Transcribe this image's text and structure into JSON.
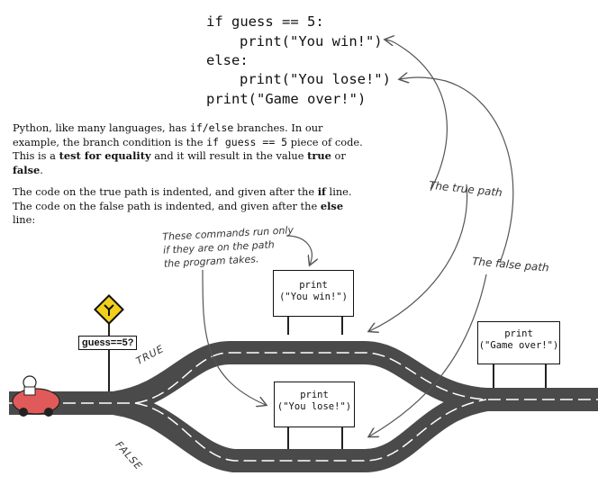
{
  "code": {
    "line1": "if guess == 5:",
    "line2": "print(\"You win!\")",
    "line3": "else:",
    "line4": "print(\"You lose!\")",
    "line5": "print(\"Game over!\")"
  },
  "prose": {
    "p1_a": "Python, like many languages, has ",
    "p1_code1": "if/else",
    "p1_b": " branches. In our example, the branch condition is the ",
    "p1_code2": "if guess == 5",
    "p1_c": " piece of code. This is a ",
    "p1_bold1": "test for equality",
    "p1_d": " and it will result in the value ",
    "p1_bold2": "true",
    "p1_e": " or ",
    "p1_bold3": "false",
    "p1_f": ".",
    "p2_a": "The code on the true path is indented, and given after the ",
    "p2_bold1": "if",
    "p2_b": " line. The code on the false path is indented, and given after the ",
    "p2_bold2": "else",
    "p2_c": " line:"
  },
  "annotations": {
    "true_path": "The true path",
    "false_path": "The false path",
    "commands_note": "These commands run only\nif they are on the path\nthe program takes."
  },
  "signs": {
    "win_title": "print",
    "win_text": "(\"You win!\")",
    "lose_title": "print",
    "lose_text": "(\"You lose!\")",
    "over_title": "print",
    "over_text": "(\"Game over!\")"
  },
  "road": {
    "guess_label": "guess==5?",
    "true_word": "TRUE",
    "false_word": "FALSE"
  },
  "colors": {
    "road": "#4a4a4a",
    "sign_yellow": "#f2cf1c",
    "car_red": "#e05a5a"
  }
}
